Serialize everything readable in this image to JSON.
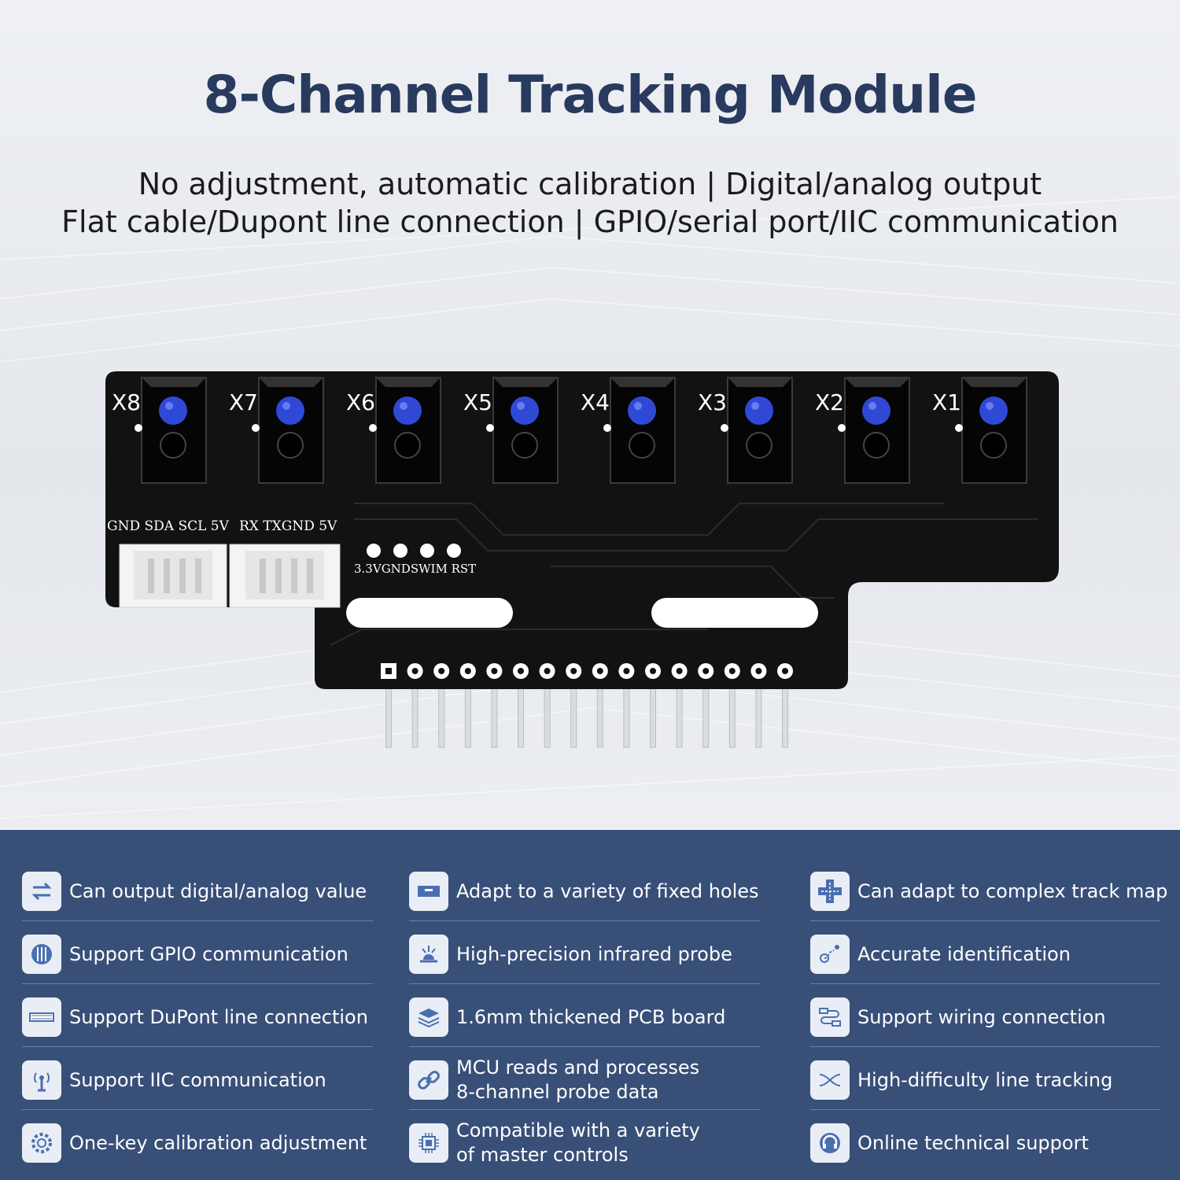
{
  "header": {
    "title": "8-Channel Tracking Module",
    "subtitle_line1": "No adjustment, automatic calibration | Digital/analog output",
    "subtitle_line2": "Flat cable/Dupont line connection | GPIO/serial port/IIC communication"
  },
  "board": {
    "channels": [
      "X8",
      "X7",
      "X6",
      "X5",
      "X4",
      "X3",
      "X2",
      "X1"
    ],
    "iic_pins": "GND SDA SCL 5V",
    "uart_pins": "RX TXGND 5V",
    "debug_pins": "3.3VGNDSWIM RST",
    "colors": {
      "pcb": "#111111",
      "led": "#2f49d6",
      "connector": "#f2f2f2",
      "header_pins": "#d9dde3"
    }
  },
  "features": {
    "col1": [
      {
        "icon": "arrows-exchange-icon",
        "text": "Can output digital/analog value"
      },
      {
        "icon": "circuit-chip-icon",
        "text": "Support GPIO communication"
      },
      {
        "icon": "flat-cable-icon",
        "text": "Support DuPont line connection"
      },
      {
        "icon": "antenna-icon",
        "text": "Support IIC communication"
      },
      {
        "icon": "gear-icon",
        "text": "One-key calibration adjustment"
      }
    ],
    "col2": [
      {
        "icon": "mounting-plate-icon",
        "text": "Adapt to a variety of fixed holes"
      },
      {
        "icon": "infrared-probe-icon",
        "text": "High-precision infrared probe"
      },
      {
        "icon": "layers-icon",
        "text": "1.6mm thickened PCB board"
      },
      {
        "icon": "link-icon",
        "text": "MCU reads and processes 8-channel probe data"
      },
      {
        "icon": "chip-icon",
        "text": "Compatible with a variety of master controls"
      }
    ],
    "col3": [
      {
        "icon": "crossroad-icon",
        "text": "Can adapt to complex track map"
      },
      {
        "icon": "route-target-icon",
        "text": "Accurate identification"
      },
      {
        "icon": "wiring-icon",
        "text": "Support wiring connection"
      },
      {
        "icon": "crossing-lines-icon",
        "text": "High-difficulty line tracking"
      },
      {
        "icon": "headset-support-icon",
        "text": "Online technical support"
      }
    ],
    "panel_color": "#384f78"
  }
}
